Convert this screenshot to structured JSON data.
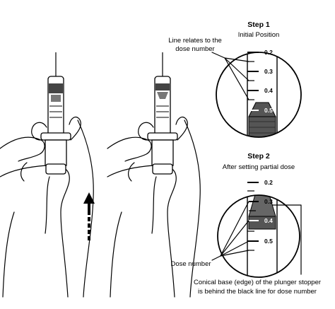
{
  "step1": {
    "title": "Step 1",
    "subtitle": "Initial Position",
    "callout": [
      "Line relates to the",
      "dose number"
    ],
    "ticks": [
      "0.2",
      "0.3",
      "0.4",
      "0.5"
    ]
  },
  "step2": {
    "title": "Step 2",
    "subtitle": "After setting partial dose",
    "ticks": [
      "0.2",
      "0.3",
      "0.4",
      "0.5"
    ],
    "dose_number_label": "Dose number",
    "conical_note": [
      "Conical base (edge) of the plunger stopper",
      "is behind the black line for dose number"
    ]
  }
}
